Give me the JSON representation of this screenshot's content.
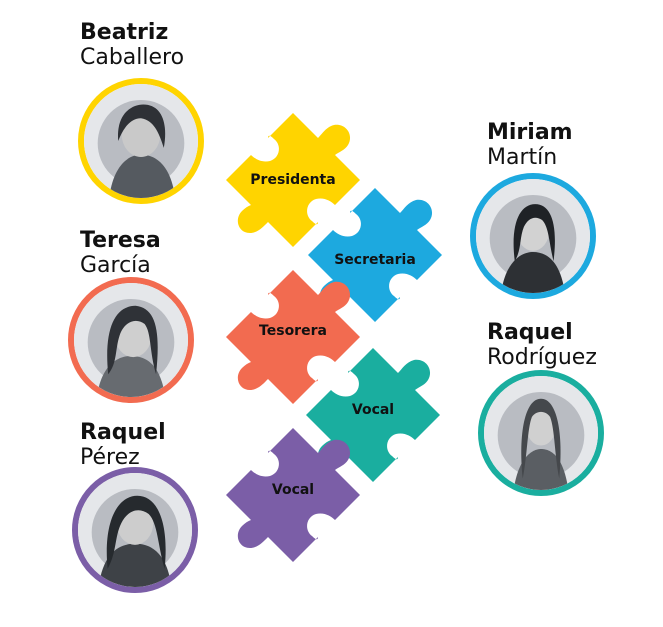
{
  "members": [
    {
      "first": "Beatriz",
      "last": "Caballero",
      "color": "#FFD400"
    },
    {
      "first": "Teresa",
      "last": "García",
      "color": "#F26B50"
    },
    {
      "first": "Raquel",
      "last": "Pérez",
      "color": "#7B5EA7"
    },
    {
      "first": "Miriam",
      "last": "Martín",
      "color": "#1DA9DF"
    },
    {
      "first": "Raquel",
      "last": "Rodríguez",
      "color": "#1AAE9F"
    }
  ],
  "roles": [
    {
      "label": "Presidenta",
      "color": "#FFD400"
    },
    {
      "label": "Secretaria",
      "color": "#1DA9DF"
    },
    {
      "label": "Tesorera",
      "color": "#F26B50"
    },
    {
      "label": "Vocal",
      "color": "#1AAE9F"
    },
    {
      "label": "Vocal",
      "color": "#7B5EA7"
    }
  ]
}
